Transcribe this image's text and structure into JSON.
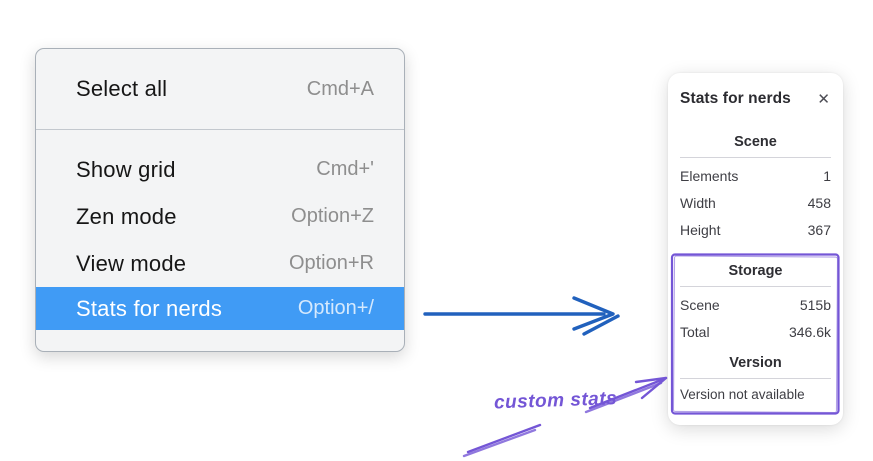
{
  "colors": {
    "highlight_blue": "#409bf5",
    "arrow_blue": "#2161bd",
    "purple": "#7456d6",
    "menu_bg": "#f3f4f5",
    "menu_border": "#a9b0b8",
    "menu_text": "#161616",
    "shortcut_gray": "#8e8e8e",
    "panel_text": "#3e3e44",
    "heading_text": "#2e2e33",
    "hairline": "#d4d4da"
  },
  "context_menu": {
    "items": [
      {
        "label": "Select all",
        "shortcut": "Cmd+A",
        "highlighted": false
      },
      {
        "label": "Show grid",
        "shortcut": "Cmd+'",
        "highlighted": false
      },
      {
        "label": "Zen mode",
        "shortcut": "Option+Z",
        "highlighted": false
      },
      {
        "label": "View mode",
        "shortcut": "Option+R",
        "highlighted": false
      },
      {
        "label": "Stats for nerds",
        "shortcut": "Option+/",
        "highlighted": true
      }
    ]
  },
  "stats_panel": {
    "title": "Stats for nerds",
    "close_icon": "✕",
    "sections": [
      {
        "heading": "Scene",
        "rows": [
          {
            "label": "Elements",
            "value": "1"
          },
          {
            "label": "Width",
            "value": "458"
          },
          {
            "label": "Height",
            "value": "367"
          }
        ]
      },
      {
        "heading": "Storage",
        "rows": [
          {
            "label": "Scene",
            "value": "515b"
          },
          {
            "label": "Total",
            "value": "346.6k"
          }
        ]
      },
      {
        "heading": "Version",
        "rows": [],
        "note": "Version not available"
      }
    ]
  },
  "annotations": {
    "label": "custom stats"
  }
}
